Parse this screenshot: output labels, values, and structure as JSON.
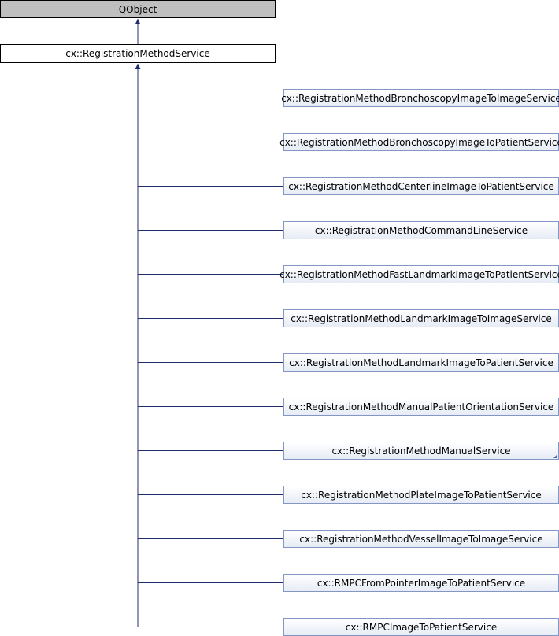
{
  "diagram": {
    "root_class": "QObject",
    "base_class": "cx::RegistrationMethodService",
    "derived_classes": [
      "cx::RegistrationMethodBronchoscopyImageToImageService",
      "cx::RegistrationMethodBronchoscopyImageToPatientService",
      "cx::RegistrationMethodCenterlineImageToPatientService",
      "cx::RegistrationMethodCommandLineService",
      "cx::RegistrationMethodFastLandmarkImageToPatientService",
      "cx::RegistrationMethodLandmarkImageToImageService",
      "cx::RegistrationMethodLandmarkImageToPatientService",
      "cx::RegistrationMethodManualPatientOrientationService",
      "cx::RegistrationMethodManualService",
      "cx::RegistrationMethodPlateImageToPatientService",
      "cx::RegistrationMethodVesselImageToImageService",
      "cx::RMPCFromPointerImageToPatientService",
      "cx::RMPCImageToPatientService"
    ],
    "has_more_children": "cx::RegistrationMethodManualService",
    "colors": {
      "root_fill": "#bfbfbf",
      "node_border": "#8496c4",
      "edge": "#1f2f6b"
    }
  }
}
